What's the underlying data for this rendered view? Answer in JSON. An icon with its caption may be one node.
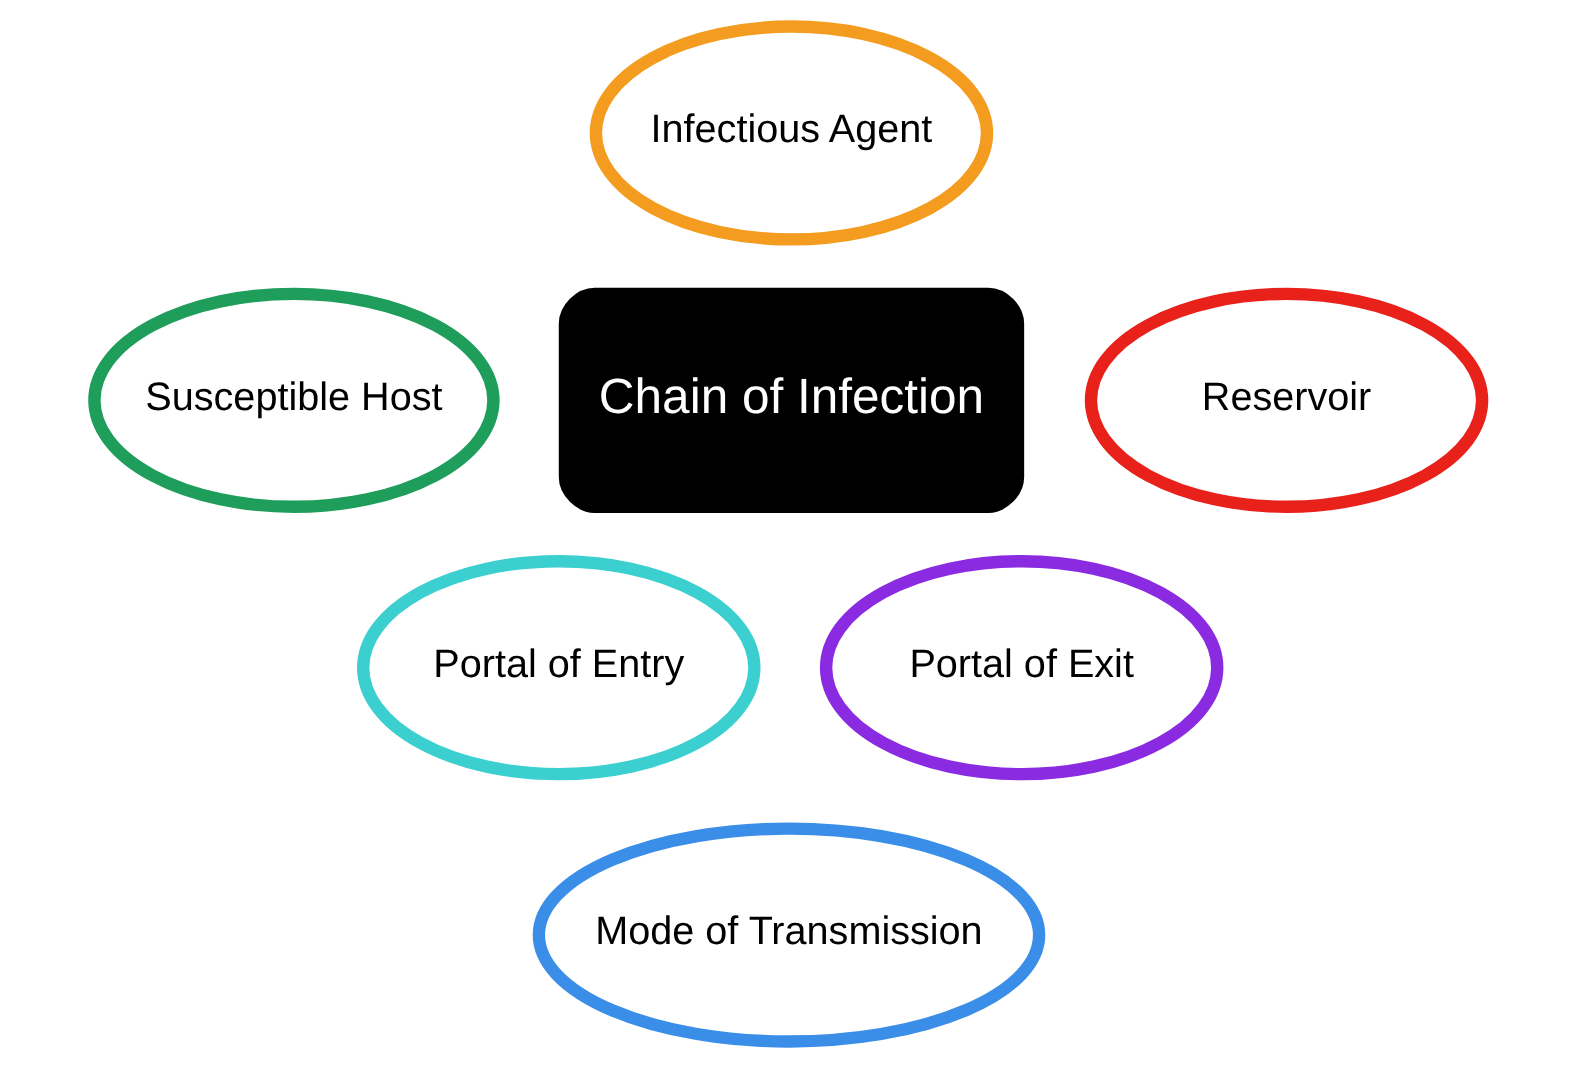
{
  "diagram": {
    "nodes": [
      {
        "text": [
          "Infectious Agent"
        ]
      },
      {
        "text": [
          "Susceptible Host"
        ]
      },
      {
        "text": [
          "Reservoir"
        ]
      },
      {
        "text": [
          "Chain of Infection"
        ]
      },
      {
        "text": [
          "Portal of Entry"
        ]
      },
      {
        "text": [
          "Portal of Exit"
        ]
      },
      {
        "text": [
          "Mode of Transmission"
        ]
      }
    ],
    "edges": []
  }
}
